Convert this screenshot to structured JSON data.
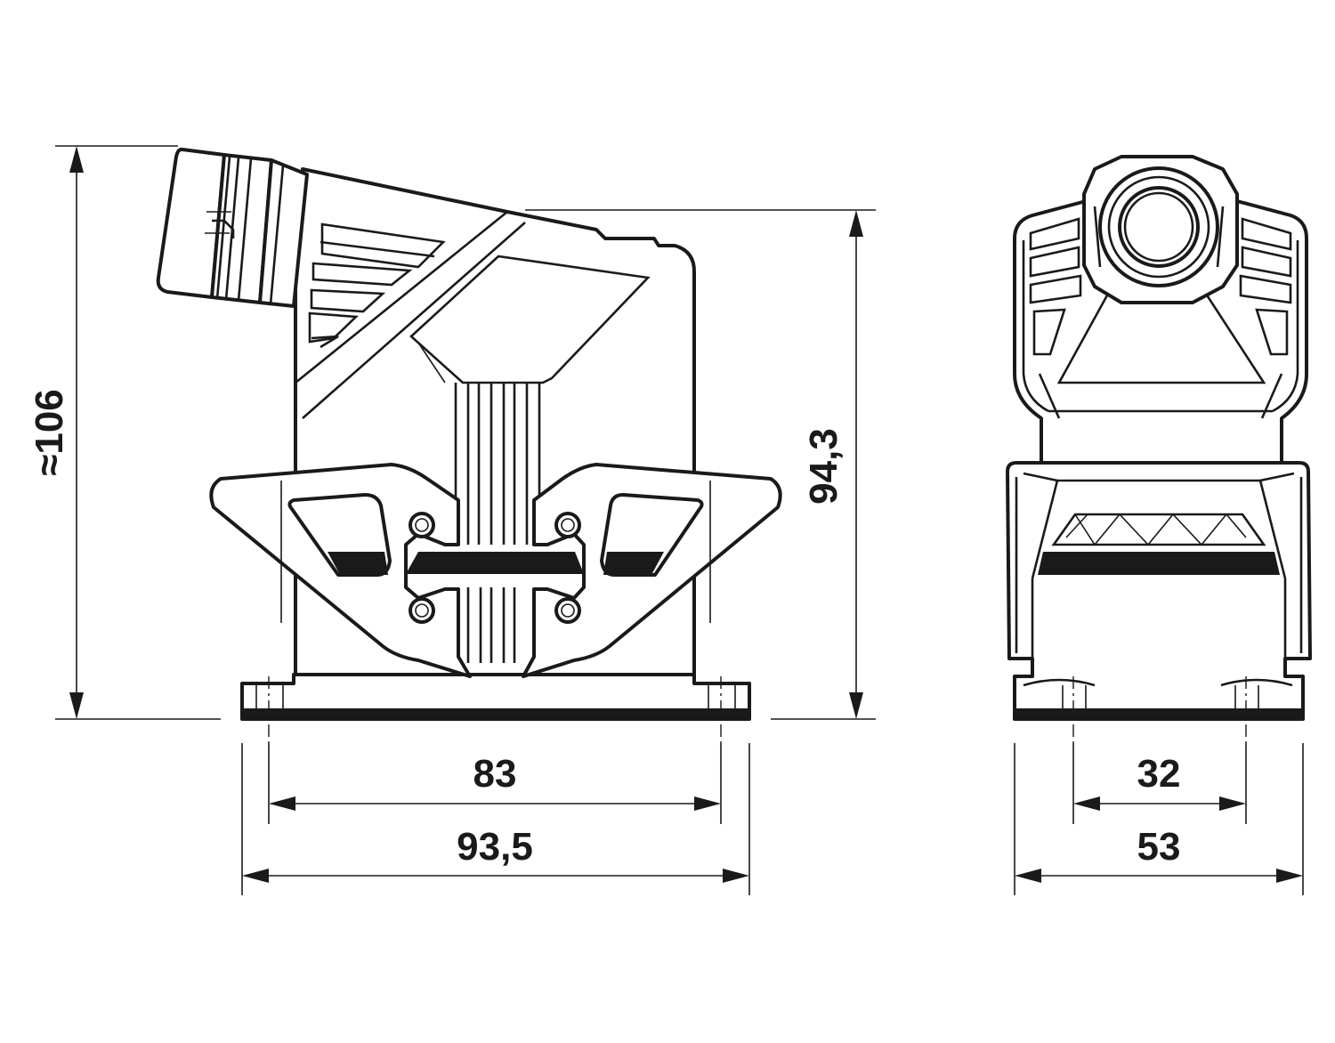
{
  "dimensions": {
    "side_overall_height": "≈106",
    "side_body_height": "94,3",
    "side_hole_spacing": "83",
    "side_base_width": "93,5",
    "front_hole_spacing": "32",
    "front_base_width": "53"
  },
  "colors": {
    "line": "#1a1a1a",
    "background": "#ffffff"
  }
}
